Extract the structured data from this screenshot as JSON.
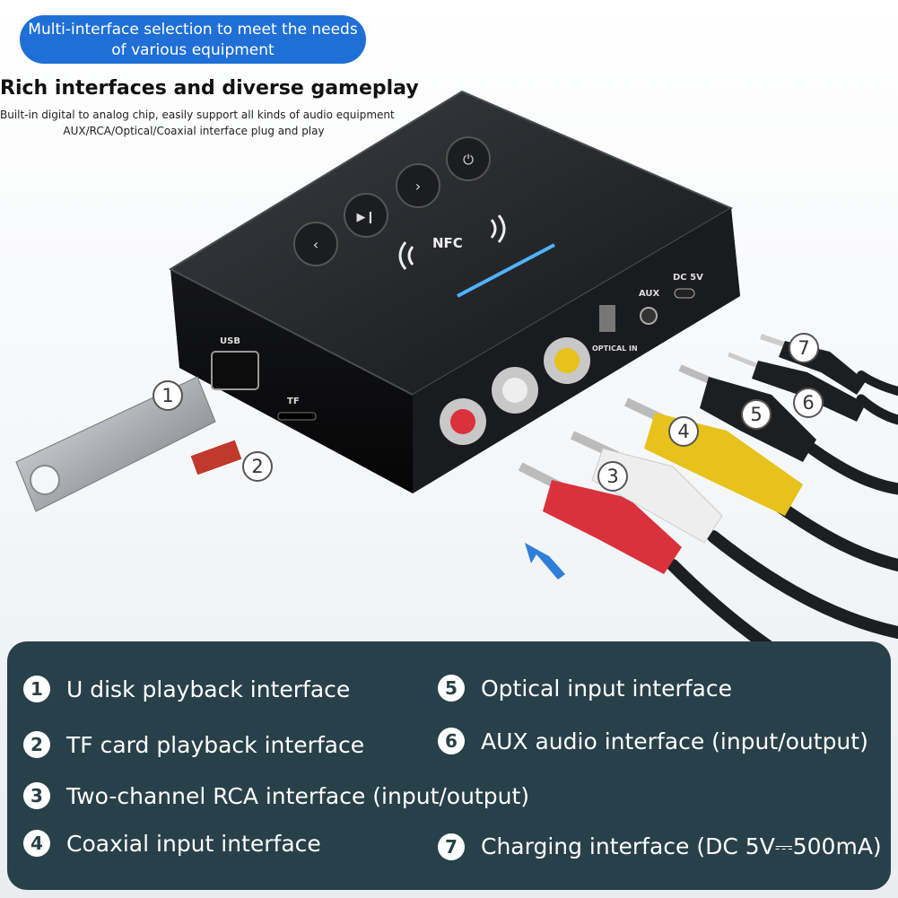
{
  "banner": {
    "line1": "Multi-interface selection to meet the needs",
    "line2": "of various equipment"
  },
  "headline": "Rich interfaces and diverse gameplay",
  "subline": {
    "line1": "Built-in digital to analog chip, easily support all kinds of audio equipment",
    "line2": "AUX/RCA/Optical/Coaxial interface plug and play"
  },
  "device_labels": {
    "usb": "USB",
    "tf": "TF",
    "aux": "AUX",
    "dc": "DC 5V",
    "optical": "OPTICAL IN",
    "nfc": "NFC"
  },
  "callouts": [
    "1",
    "2",
    "3",
    "4",
    "5",
    "6",
    "7"
  ],
  "legend": [
    {
      "num": "1",
      "text": "U disk playback interface"
    },
    {
      "num": "2",
      "text": "TF card playback interface"
    },
    {
      "num": "3",
      "text": "Two-channel RCA interface (input/output)"
    },
    {
      "num": "4",
      "text": "Coaxial input interface"
    },
    {
      "num": "5",
      "text": "Optical input interface"
    },
    {
      "num": "6",
      "text": "AUX audio interface (input/output)"
    },
    {
      "num": "7",
      "text": "Charging interface (DC 5V⎓500mA)"
    }
  ],
  "colors": {
    "banner": "#1f6fd6",
    "panel": "#284049",
    "rca_red": "#d9323c",
    "rca_white": "#eeeeee",
    "rca_yellow": "#e6c21a"
  }
}
